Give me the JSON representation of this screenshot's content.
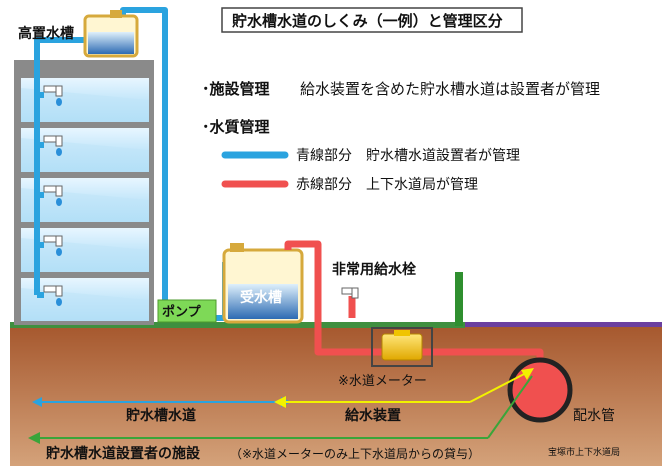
{
  "title": "貯水槽水道のしくみ（一例）と管理区分",
  "labels": {
    "elevated_tank": "高置水槽",
    "pump": "ポンプ",
    "receiving_tank": "受水槽",
    "emergency_hydrant": "非常用給水栓",
    "water_meter": "※水道メーター",
    "distribution_main": "配水管",
    "copyright": "宝塚市上下水道局"
  },
  "management": {
    "facility_heading": "･施設管理",
    "facility_text": "給水装置を含めた貯水槽水道は設置者が管理",
    "quality_heading": "･水質管理",
    "blue_legend": "青線部分　貯水槽水道設置者が管理",
    "red_legend": "赤線部分　上下水道局が管理"
  },
  "ranges": {
    "tank_system": "貯水槽水道",
    "supply_device": "給水装置",
    "owner_facility": "貯水槽水道設置者の施設",
    "owner_facility_note": "（※水道メーターのみ上下水道局からの貸与）"
  },
  "colors": {
    "blue_line": "#2aa3df",
    "red_line": "#f0504f",
    "ground": "#b5683d",
    "grass": "#3f8f3f",
    "pump_box": "#7ed957",
    "yellow_arrow": "#f2f200",
    "green_arrow": "#3aa53a"
  }
}
